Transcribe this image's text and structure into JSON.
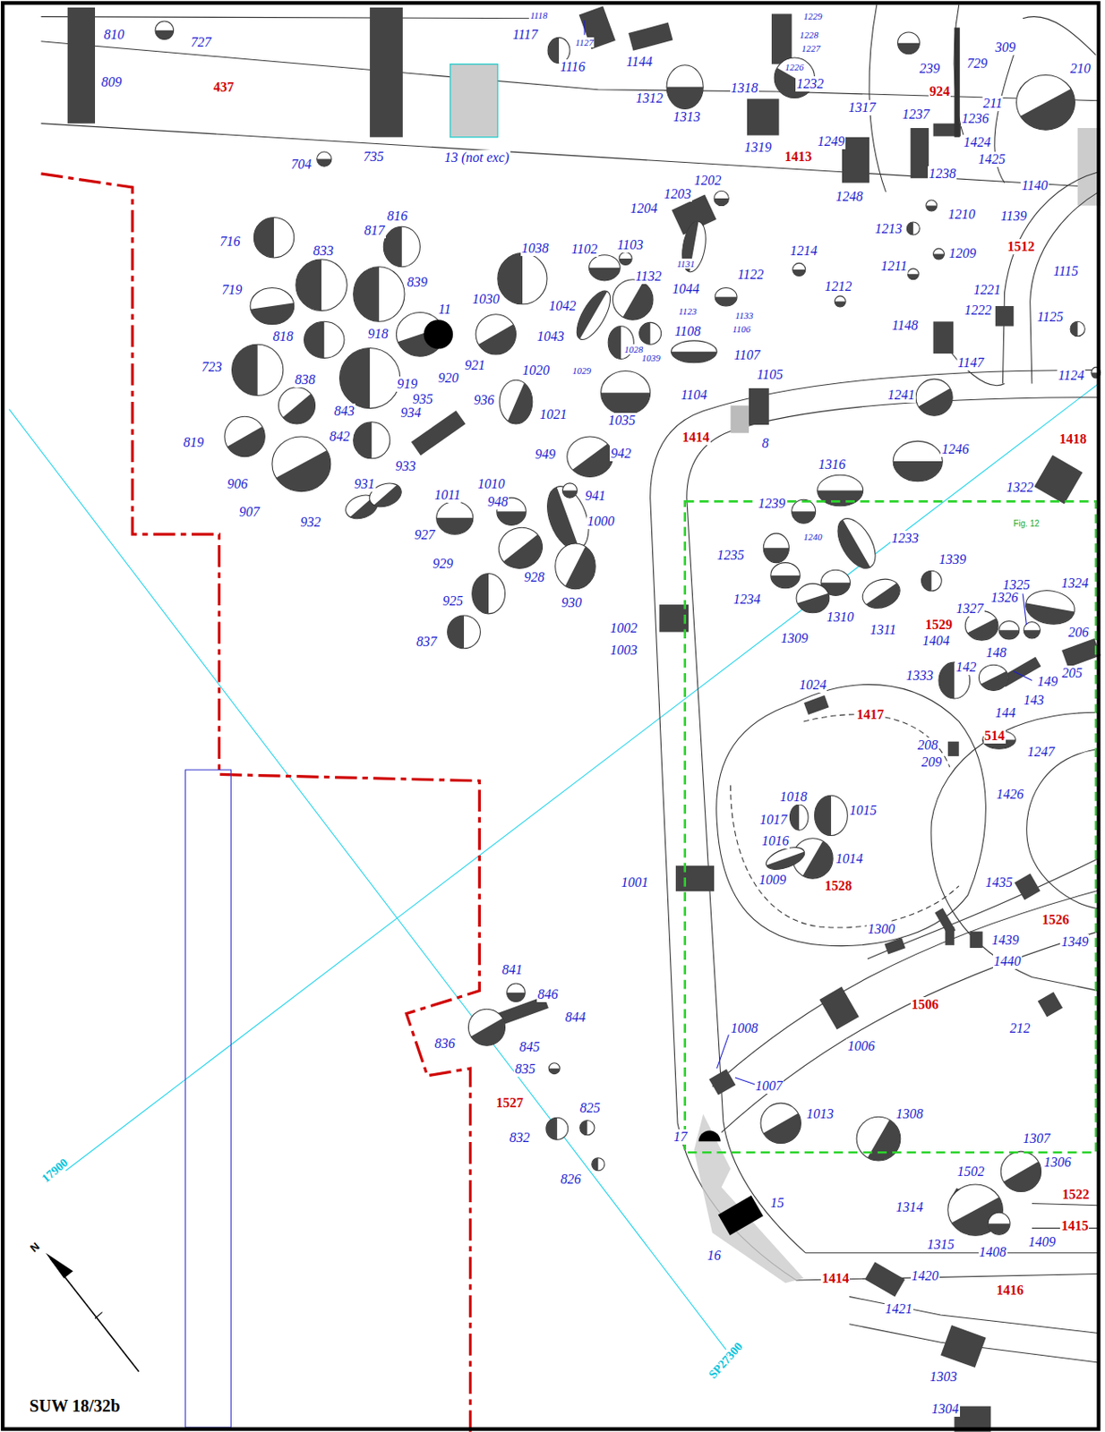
{
  "diagram": {
    "labels": [
      "1118",
      "1117",
      "1127",
      "1116",
      "1144",
      "1312",
      "1313",
      "1318",
      "1229",
      "1228",
      "1227",
      "1226",
      "1232",
      "239",
      "729",
      "309",
      "210",
      "924",
      "1317",
      "1237",
      "211",
      "1236",
      "1424",
      "1425",
      "1319",
      "1413",
      "1249",
      "1238",
      "1248",
      "810",
      "727",
      "809",
      "437",
      "704",
      "735",
      "13 (not exc)",
      "1202",
      "1203",
      "1204",
      "1140",
      "1139",
      "1210",
      "1213",
      "1209",
      "1211",
      "1214",
      "1212",
      "1512",
      "1115",
      "716",
      "816",
      "817",
      "833",
      "1038",
      "1102",
      "1103",
      "1131",
      "719",
      "839",
      "1030",
      "1132",
      "1044",
      "1122",
      "1221",
      "1222",
      "1125",
      "818",
      "918",
      "11",
      "1042",
      "1123",
      "1133",
      "1106",
      "1043",
      "1108",
      "1148",
      "1147",
      "1124",
      "723",
      "838",
      "919",
      "920",
      "921",
      "1020",
      "1029",
      "1028",
      "1039",
      "1107",
      "1105",
      "935",
      "934",
      "936",
      "843",
      "842",
      "1104",
      "1021",
      "1035",
      "1241",
      "1414",
      "8",
      "1418",
      "819",
      "933",
      "949",
      "942",
      "1246",
      "1010",
      "1011",
      "948",
      "941",
      "906",
      "1316",
      "1322",
      "907",
      "931",
      "932",
      "927",
      "1000",
      "1239",
      "1240",
      "1233",
      "Fig. 12",
      "929",
      "928",
      "1235",
      "1339",
      "1325",
      "1324",
      "930",
      "925",
      "1234",
      "1310",
      "1311",
      "1327",
      "1326",
      "1529",
      "206",
      "837",
      "1002",
      "1003",
      "1309",
      "1404",
      "148",
      "149",
      "205",
      "142",
      "143",
      "1333",
      "1024",
      "144",
      "1417",
      "208",
      "514",
      "1247",
      "209",
      "1426",
      "1018",
      "1015",
      "1017",
      "1016",
      "1014",
      "1009",
      "1528",
      "1001",
      "1435",
      "1526",
      "1300",
      "1439",
      "1349",
      "1440",
      "1506",
      "212",
      "841",
      "846",
      "844",
      "836",
      "1008",
      "1006",
      "845",
      "835",
      "1007",
      "1527",
      "825",
      "1013",
      "1308",
      "832",
      "17",
      "1307",
      "1306",
      "826",
      "1502",
      "17900",
      "1522",
      "15",
      "1314",
      "1415",
      "1315",
      "1408",
      "1409",
      "16",
      "1414",
      "1420",
      "1416",
      "1421",
      "SP27300",
      "1303",
      "1304",
      "N",
      "SUW 18/32b"
    ]
  }
}
